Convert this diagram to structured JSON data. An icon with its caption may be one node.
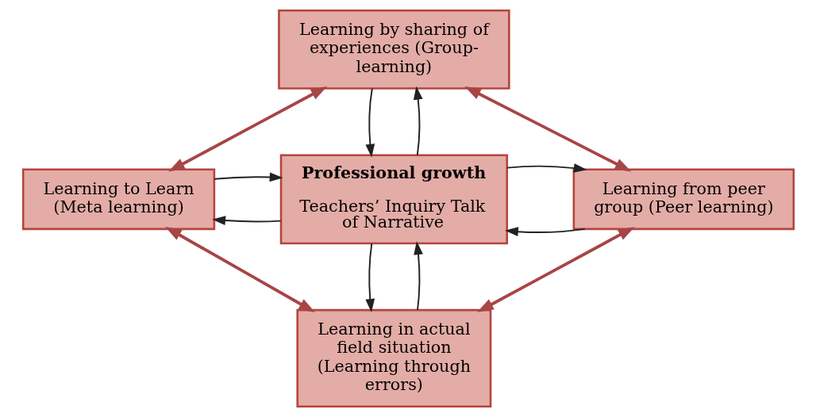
{
  "diagram": {
    "nodes": [
      {
        "text": [
          "Learning by sharing of experiences (Group-learning)"
        ]
      },
      {
        "text": [
          "Learning to Learn (Meta learning)"
        ]
      },
      {
        "text": [
          "Professional growth",
          "Teachers’ Inquiry Talk of Narrative"
        ]
      },
      {
        "text": [
          "Learning from peer group (Peer learning)"
        ]
      },
      {
        "text": [
          "Learning in actual field situation (Learning through errors)"
        ]
      }
    ],
    "edges": [
      {
        "from": 0,
        "to": 1,
        "arrow": "both",
        "color": "#a84545",
        "style": "thick"
      },
      {
        "from": 0,
        "to": 3,
        "arrow": "both",
        "color": "#a84545",
        "style": "thick"
      },
      {
        "from": 0,
        "to": 2,
        "arrow": "to"
      },
      {
        "from": 2,
        "to": 0,
        "arrow": "to"
      },
      {
        "from": 2,
        "to": 1,
        "arrow": "to"
      },
      {
        "from": 1,
        "to": 2,
        "arrow": "to"
      },
      {
        "from": 3,
        "to": 2,
        "arrow": "to"
      },
      {
        "from": 2,
        "to": 3,
        "arrow": "to"
      },
      {
        "from": 2,
        "to": 4,
        "arrow": "to"
      },
      {
        "from": 4,
        "to": 2,
        "arrow": "to"
      },
      {
        "from": 1,
        "to": 4,
        "arrow": "both",
        "color": "#a84545",
        "style": "thick"
      },
      {
        "from": 3,
        "to": 4,
        "arrow": "both",
        "color": "#a84545",
        "style": "thick"
      }
    ]
  }
}
